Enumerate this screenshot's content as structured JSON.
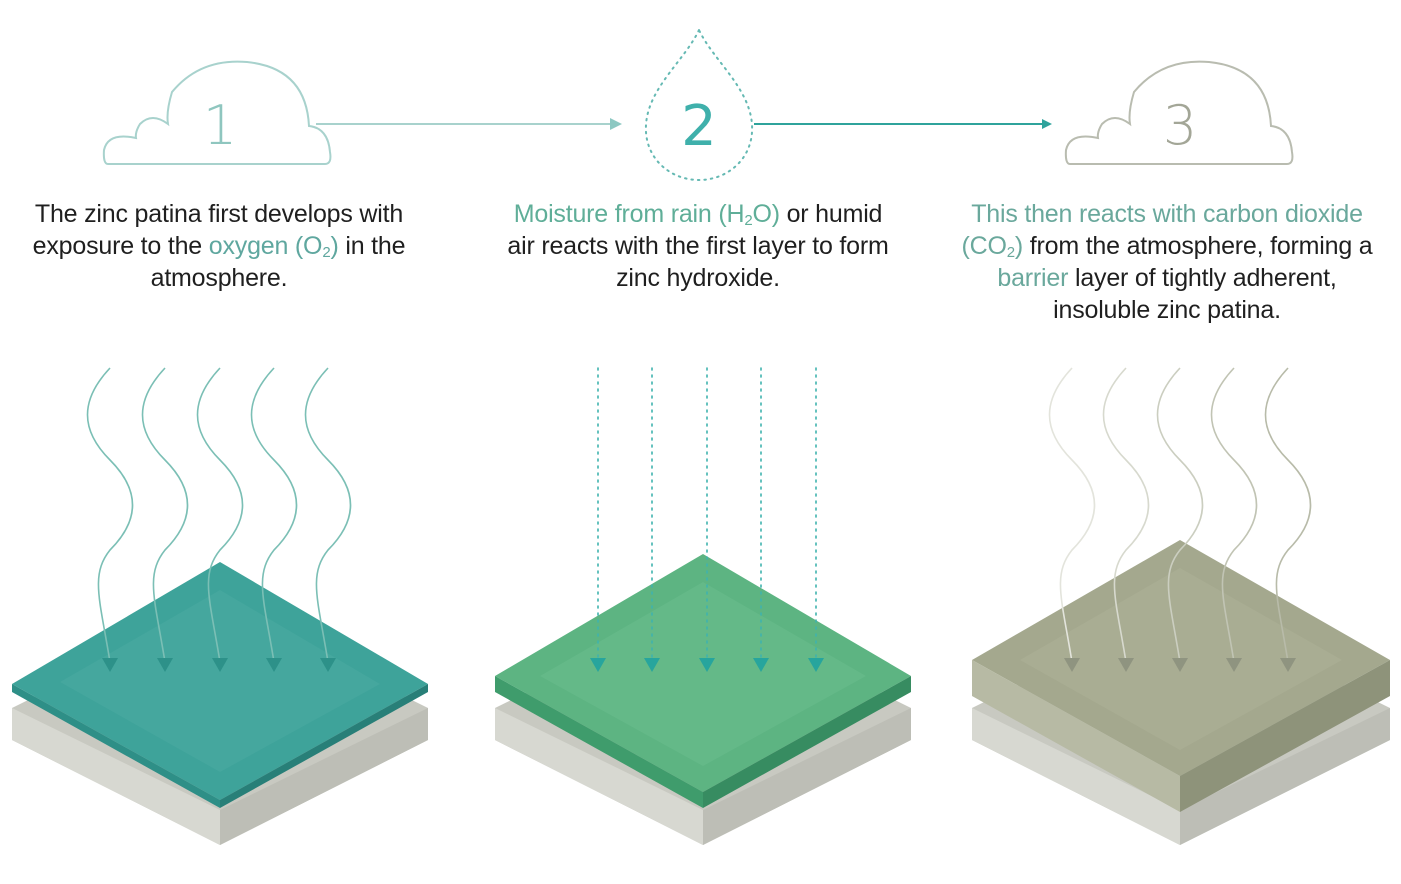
{
  "colors": {
    "oxygen_layer": "#3ea39a",
    "moisture_layer": "#5db482",
    "patina_layer": "#a4a88e",
    "base_layer": "#cfd0c9",
    "cloud_1": "#a8d2cd",
    "drop_2": "#65b9b3",
    "cloud_3": "#b9bcb0",
    "arrow_teal": "#2fa39c",
    "highlight": "#5fa79f"
  },
  "steps": [
    {
      "number": "1",
      "icon": "cloud-icon",
      "text_before": "The zinc patina first develops with exposure to the ",
      "highlight": "oxygen (O",
      "highlight_sub": "2",
      "highlight_after": ")",
      "text_after": " in the atmosphere."
    },
    {
      "number": "2",
      "icon": "water-drop-icon",
      "highlight": "Moisture from rain (H",
      "highlight_sub": "2",
      "highlight_after": "O)",
      "text_after": " or humid air reacts with the first layer to form zinc hydroxide."
    },
    {
      "number": "3",
      "icon": "cloud-icon",
      "highlight_a": "This then reacts with carbon dioxide (CO",
      "highlight_a_sub": "2",
      "highlight_a_after": ")",
      "text_mid": " from the atmosphere, forming a ",
      "highlight_b": "barrier",
      "text_after": " layer of tightly adherent, insoluble zinc patina."
    }
  ]
}
